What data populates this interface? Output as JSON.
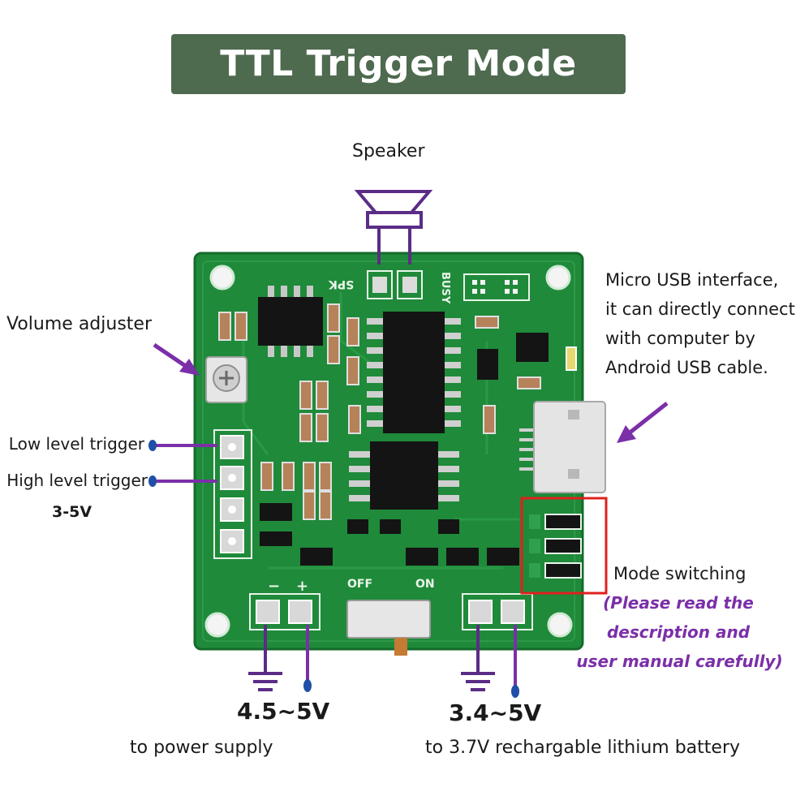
{
  "title": "TTL Trigger Mode",
  "labels": {
    "speaker": "Speaker",
    "usb_line1": "Micro USB interface,",
    "usb_line2": "it can directly connect",
    "usb_line3": "with computer by",
    "usb_line4": "Android USB cable.",
    "volume": "Volume adjuster",
    "low_trigger": "Low level trigger",
    "high_trigger": "High level trigger",
    "trigger_voltage": "3-5V",
    "mode_switching": "Mode switching",
    "mode_note_1": "(Please read the",
    "mode_note_2": "description and",
    "mode_note_3": "user manual carefully)",
    "power_voltage": "4.5~5V",
    "power_desc": "to power supply",
    "battery_voltage": "3.4~5V",
    "battery_desc": "to 3.7V rechargable lithium battery"
  },
  "board_silkscreen": {
    "spk": "SPK",
    "busy": "BUSY",
    "off": "OFF",
    "on": "ON"
  },
  "colors": {
    "banner": "#4e6a4f",
    "board": "#1f8a3a",
    "arrow": "#7b2fa8",
    "highlight_box": "#e0201e",
    "note_text": "#7b2fa8"
  }
}
